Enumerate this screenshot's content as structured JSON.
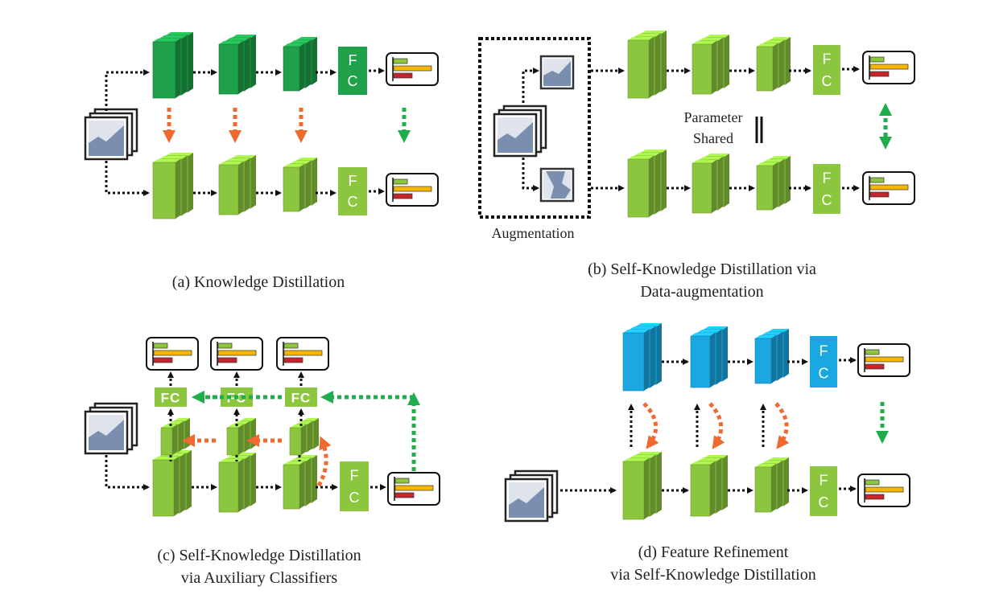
{
  "panels": {
    "a": {
      "caption": [
        "(a) Knowledge Distillation"
      ]
    },
    "b": {
      "caption": [
        "(b) Self-Knowledge Distillation via",
        "Data-augmentation"
      ],
      "augmentation_label": "Augmentation",
      "param_label": [
        "Parameter",
        "Shared"
      ]
    },
    "c": {
      "caption": [
        "(c) Self-Knowledge Distillation",
        "via Auxiliary Classifiers"
      ]
    },
    "d": {
      "caption": [
        "(d) Feature Refinement",
        "via Self-Knowledge Distillation"
      ]
    }
  },
  "fc_label": "F C",
  "fc_label_horizontal": "FC",
  "colors": {
    "teacher_green": "#1fa04a",
    "student_green": "#8cc63f",
    "refine_blue": "#1ba7e1",
    "arrow_orange": "#ee6a2f",
    "arrow_green": "#1fae4b",
    "bar_green": "#8dc63f",
    "bar_yellow": "#f5b700",
    "bar_red": "#c6262b",
    "image_blue": "#7a8fb0"
  },
  "icons": [
    "image-stack-icon",
    "feature-map-icon",
    "fc-layer-icon",
    "prediction-bar-icon",
    "distill-arrow-icon"
  ]
}
